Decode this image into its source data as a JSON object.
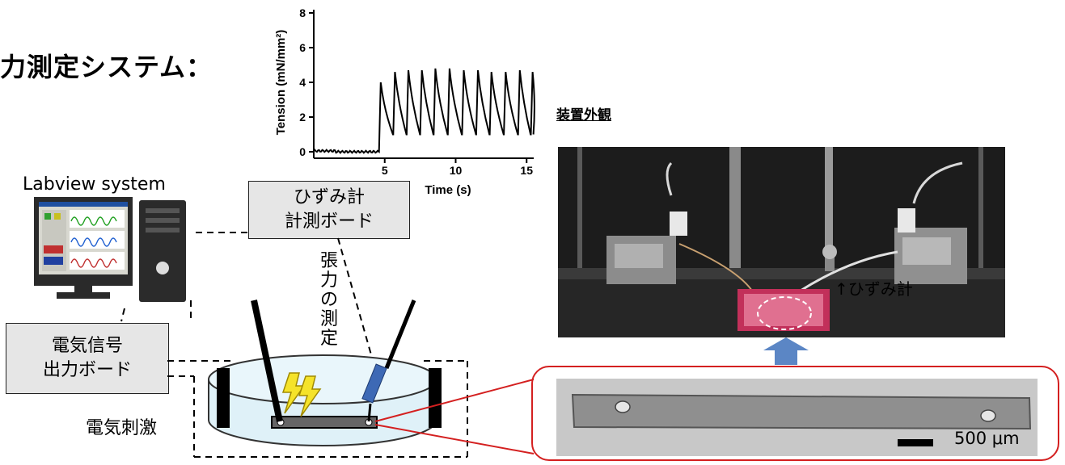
{
  "title": "力測定システム：",
  "labview_label": "Labview system",
  "strain_board": {
    "line1": "ひずみ計",
    "line2": "計測ボード"
  },
  "signal_board": {
    "line1": "電気信号",
    "line2": "出力ボード"
  },
  "tension_measure_label": "張力の測定",
  "electric_stim_label": "電気刺激",
  "apparatus_title": "装置外観",
  "strain_gauge_label": "↑ひずみ計",
  "scale_label": "500 μm",
  "colors": {
    "red": "#d42020",
    "arrow_blue": "#5b86c5",
    "box_fill": "#e6e6e6"
  },
  "chart_data": {
    "type": "line",
    "xlabel": "Time (s)",
    "ylabel": "Tension (mN/mm²)",
    "xlim": [
      0,
      15.5
    ],
    "ylim": [
      0,
      8
    ],
    "x_ticks": [
      "5",
      "10",
      "15"
    ],
    "y_ticks": [
      "0",
      "2",
      "4",
      "6",
      "8"
    ],
    "baseline_until_s": 4.5,
    "pulse_times_s": [
      4.6,
      5.6,
      6.55,
      7.5,
      8.45,
      9.45,
      10.45,
      11.45,
      12.4,
      13.4,
      14.4,
      15.3
    ],
    "pulse_peaks": [
      4.0,
      4.6,
      4.7,
      4.7,
      4.8,
      4.8,
      4.7,
      4.7,
      4.6,
      4.6,
      4.7,
      4.6
    ],
    "pulse_floor": 1.0
  }
}
